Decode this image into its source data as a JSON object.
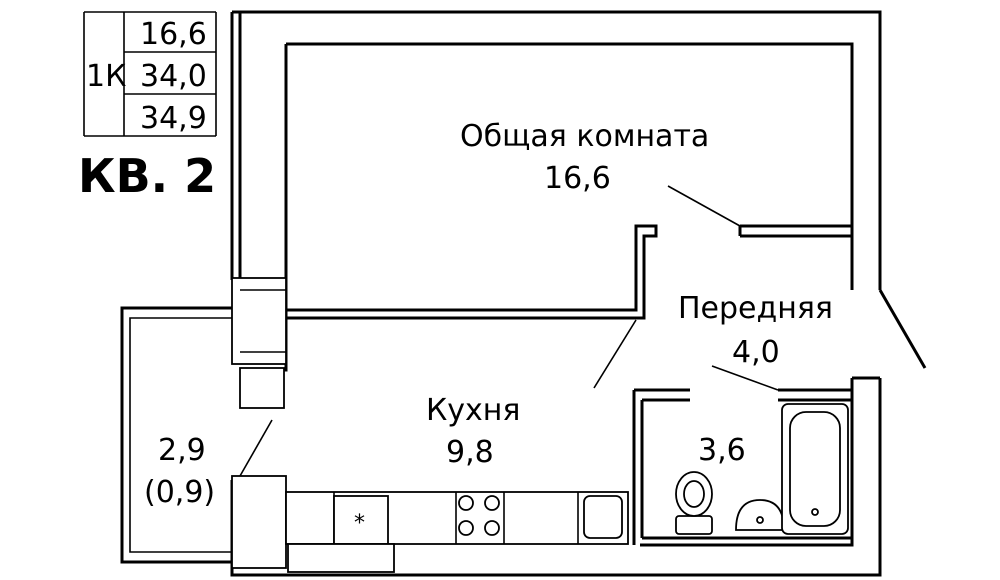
{
  "apartment": {
    "title": "КВ. 2",
    "type": "1К",
    "areas": [
      "16,6",
      "34,0",
      "34,9"
    ]
  },
  "rooms": {
    "living": {
      "name": "Общая комната",
      "area": "16,6"
    },
    "hall": {
      "name": "Передняя",
      "area": "4,0"
    },
    "kitchen": {
      "name": "Кухня",
      "area": "9,8"
    },
    "bathroom": {
      "area": "3,6"
    },
    "balcony": {
      "area": "2,9",
      "reduced_area": "(0,9)"
    }
  },
  "fixtures": {
    "fridge_mark": "*"
  }
}
